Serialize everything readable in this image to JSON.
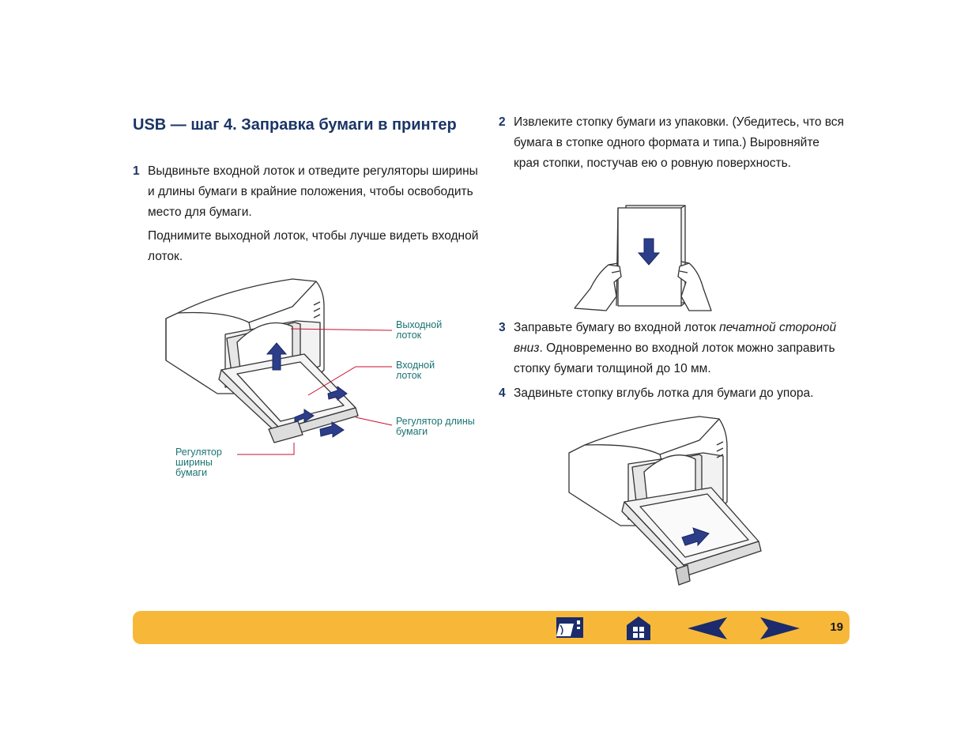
{
  "heading": "USB — шаг 4. Заправка бумаги в принтер",
  "steps": [
    {
      "number": "1",
      "paragraphs": [
        "Выдвиньте входной лоток и отведите регуляторы ширины и длины бумаги в крайние положения, чтобы освободить место для бумаги.",
        "Поднимите выходной лоток, чтобы лучше видеть входной лоток."
      ]
    },
    {
      "number": "2",
      "text": "Извлеките стопку бумаги из упаковки. (Убедитесь, что вся бумага в стопке одного формата и типа.) Выровняйте края стопки, постучав ею о ровную поверхность."
    },
    {
      "number": "3",
      "text_before": "Заправьте бумагу во входной лоток ",
      "text_italic": "печатной стороной вниз",
      "text_after": ". Одновременно во входной лоток можно заправить стопку бумаги толщиной до 10 мм."
    },
    {
      "number": "4",
      "text": "Задвиньте стопку вглубь лотка для бумаги до упора."
    }
  ],
  "callouts": {
    "output_tray": "Выходной лоток",
    "input_tray": "Входной лоток",
    "length_guide": "Регулятор длины бумаги",
    "width_guide": "Регулятор ширины бумаги"
  },
  "nav": {
    "page_number": "19",
    "icons": [
      "printer-icon",
      "home-icon",
      "arrow-left-icon",
      "arrow-right-icon"
    ]
  },
  "colors": {
    "heading": "#1b3566",
    "callout": "#1a7372",
    "navbar": "#f7b839",
    "arrow": "#2c3e8a",
    "leader": "#c8102e"
  }
}
